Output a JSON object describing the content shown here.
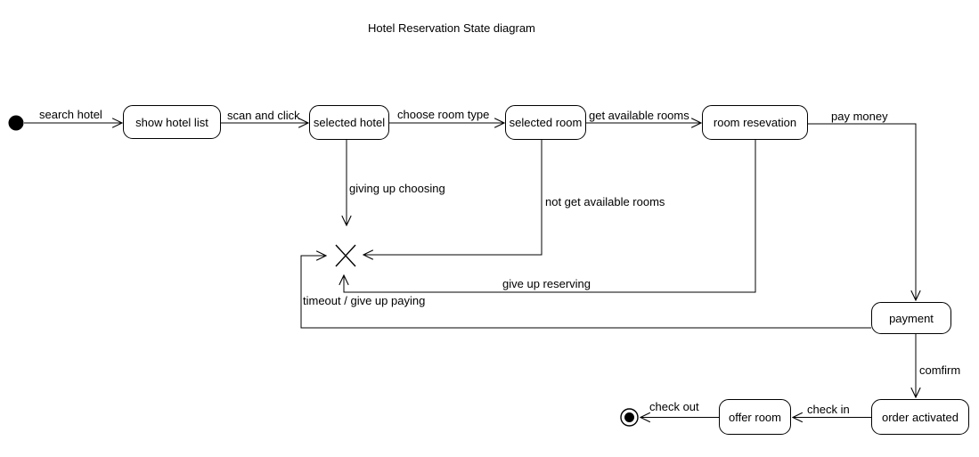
{
  "title": "Hotel Reservation State diagram",
  "colors": {
    "stroke": "#000000",
    "text": "#000000",
    "background": "#ffffff"
  },
  "states": {
    "show_hotel_list": "show hotel list",
    "selected_hotel": "selected hotel",
    "selected_room": "selected room",
    "room_resevation": "room resevation",
    "payment": "payment",
    "order_activated": "order activated",
    "offer_room": "offer room"
  },
  "transitions": {
    "search_hotel": "search hotel",
    "scan_and_click": "scan and click",
    "choose_room_type": "choose room type",
    "get_available_rooms": "get available rooms",
    "pay_money": "pay money",
    "giving_up_choosing": "giving up choosing",
    "not_get_available_rooms": "not get available rooms",
    "give_up_reserving": "give up reserving",
    "timeout_give_up_paying": "timeout / give up paying",
    "comfirm": "comfirm",
    "check_in": "check in",
    "check_out": "check out"
  },
  "nodes": {
    "initial": "initial-state-filled-circle",
    "terminate": "terminate-x-cross",
    "final": "final-state-bullseye"
  }
}
